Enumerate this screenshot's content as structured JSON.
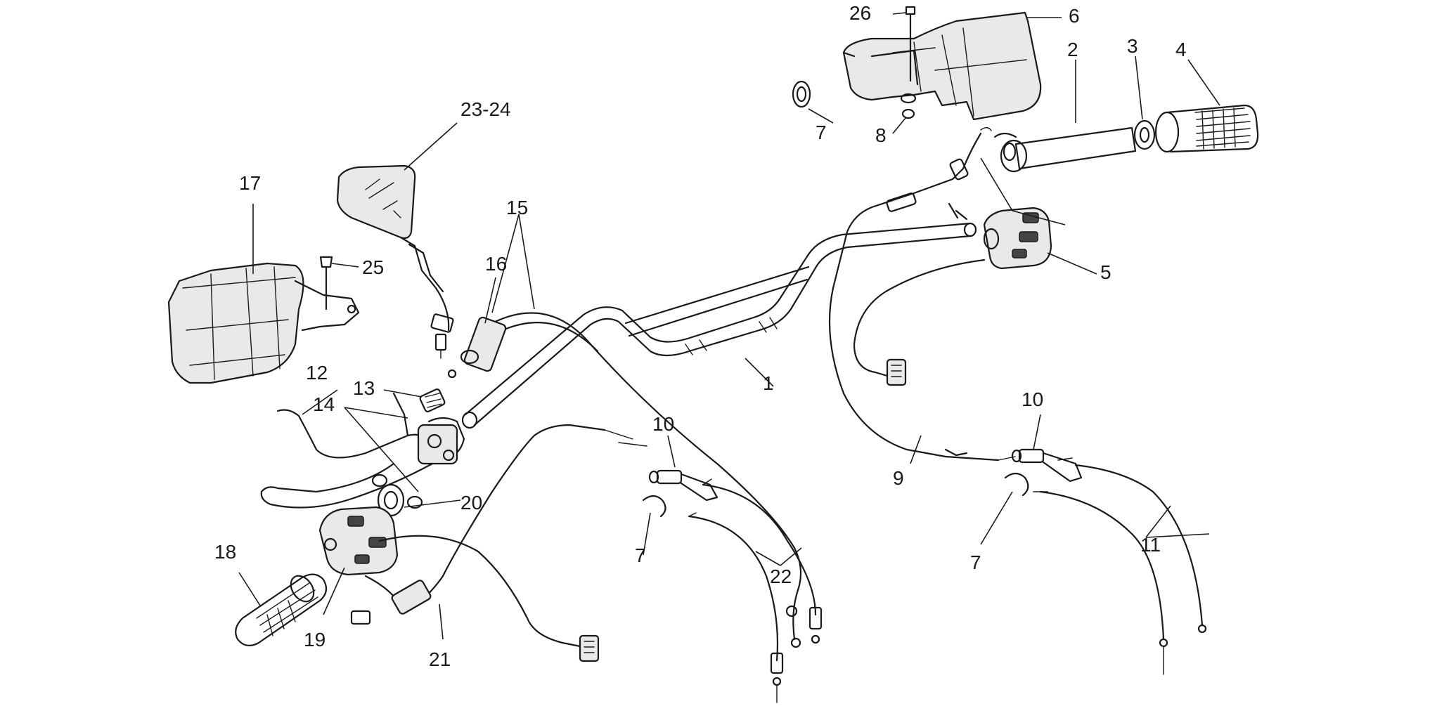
{
  "callouts": {
    "c1": "1",
    "c2": "2",
    "c3": "3",
    "c4": "4",
    "c5": "5",
    "c6": "6",
    "c7a": "7",
    "c7b": "7",
    "c7c": "7",
    "c8": "8",
    "c9": "9",
    "c10a": "10",
    "c10b": "10",
    "c11": "11",
    "c12": "12",
    "c13": "13",
    "c14": "14",
    "c15": "15",
    "c16": "16",
    "c17": "17",
    "c18": "18",
    "c19": "19",
    "c20": "20",
    "c21": "21",
    "c22": "22",
    "c23_24": "23-24",
    "c25": "25",
    "c26": "26"
  }
}
